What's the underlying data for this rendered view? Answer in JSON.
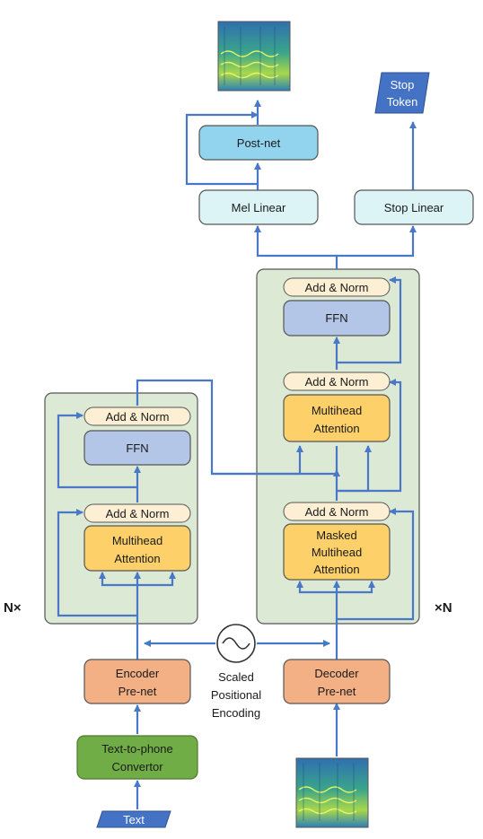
{
  "output": {
    "stop_token": [
      "Stop",
      "Token"
    ],
    "post_net": "Post-net",
    "mel_linear": "Mel Linear",
    "stop_linear": "Stop Linear"
  },
  "decoder_block": {
    "add_norm_top": "Add & Norm",
    "ffn": "FFN",
    "add_norm_mid": "Add & Norm",
    "attention": [
      "Multihead",
      "Attention"
    ],
    "add_norm_bottom": "Add & Norm",
    "masked_attention": [
      "Masked",
      "Multihead",
      "Attention"
    ],
    "repeat": "×N"
  },
  "encoder_block": {
    "add_norm_top": "Add & Norm",
    "ffn": "FFN",
    "add_norm_bottom": "Add & Norm",
    "attention": [
      "Multihead",
      "Attention"
    ],
    "repeat": "N×"
  },
  "positional": {
    "label": [
      "Scaled",
      "Positional",
      "Encoding"
    ]
  },
  "encoder_prenet": [
    "Encoder",
    "Pre-net"
  ],
  "decoder_prenet": [
    "Decoder",
    "Pre-net"
  ],
  "text_to_phone": [
    "Text-to-phone",
    "Convertor"
  ],
  "text_input": "Text",
  "colors": {
    "arrow": "#4a78c8",
    "block_fill": "#dce9d5",
    "add_norm_fill": "#fdefd4",
    "ffn_fill": "#b4c6e7",
    "attention_fill": "#fdd06a",
    "prenet_fill": "#f3b085",
    "converter_fill": "#70ad47",
    "linear_fill": "#ddf4f7",
    "postnet_fill": "#92d4ee",
    "token_fill": "#4472c4"
  }
}
